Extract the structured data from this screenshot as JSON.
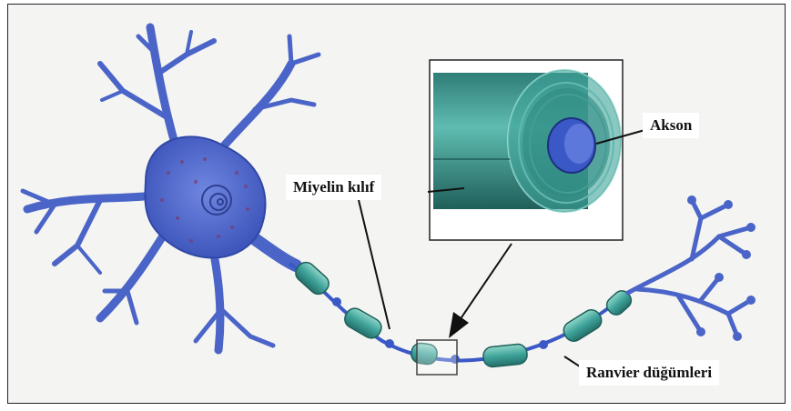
{
  "labels": {
    "myelin_sheath": "Miyelin kılıf",
    "axon": "Akson",
    "nodes_of_ranvier": "Ranvier düğümleri"
  },
  "colors": {
    "neuron_body": "#4a64c8",
    "myelin": "#3fa39a",
    "axon_core": "#3b59c6",
    "background": "#f4f4f2"
  }
}
